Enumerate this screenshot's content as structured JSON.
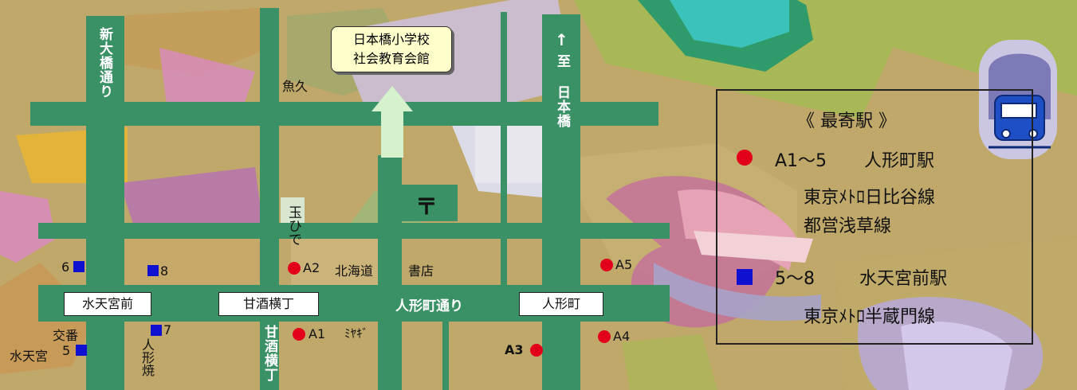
{
  "map": {
    "roads": {
      "shin_ohashi": "新大橋通り",
      "to_nihonbashi_arrow": "↑",
      "to_nihonbashi": "至 日本橋",
      "ningyocho_dori": "人形町通り",
      "amazake_yokocho_vertical": "甘酒横丁"
    },
    "callout": {
      "line1": "日本橋小学校",
      "line2": "社会教育会館"
    },
    "places": {
      "uokyu": "魚久",
      "tamahide": "玉ひで",
      "hokkaido": "北海道",
      "shoten": "書店",
      "miyaki": "ﾐﾔｷﾞ",
      "koban": "交番",
      "suitengu": "水天宮",
      "ningyoyaki": "人形焼",
      "post_office_symbol": "〒"
    },
    "intersections": {
      "suitengumae": "水天宮前",
      "amazake_yokocho": "甘酒横丁",
      "ningyocho": "人形町"
    },
    "exits": {
      "A1": "A1",
      "A2": "A2",
      "A3": "A3",
      "A4": "A4",
      "A5": "A5",
      "e5": "5",
      "e6": "6",
      "e7": "7",
      "e8": "8"
    },
    "colors": {
      "road": "#3a9166",
      "exit_toei_metro": "#e3001b",
      "exit_hanzomon": "#1010d0",
      "callout_bg": "#ffffcc"
    }
  },
  "legend": {
    "title": "《 最寄駅 》",
    "red_range": "A1～5",
    "red_station": "人形町駅",
    "red_line1": "東京ﾒﾄﾛ日比谷線",
    "red_line2": "都営浅草線",
    "blue_range": "5～8",
    "blue_station": "水天宮前駅",
    "blue_line1": "東京ﾒﾄﾛ半蔵門線"
  }
}
